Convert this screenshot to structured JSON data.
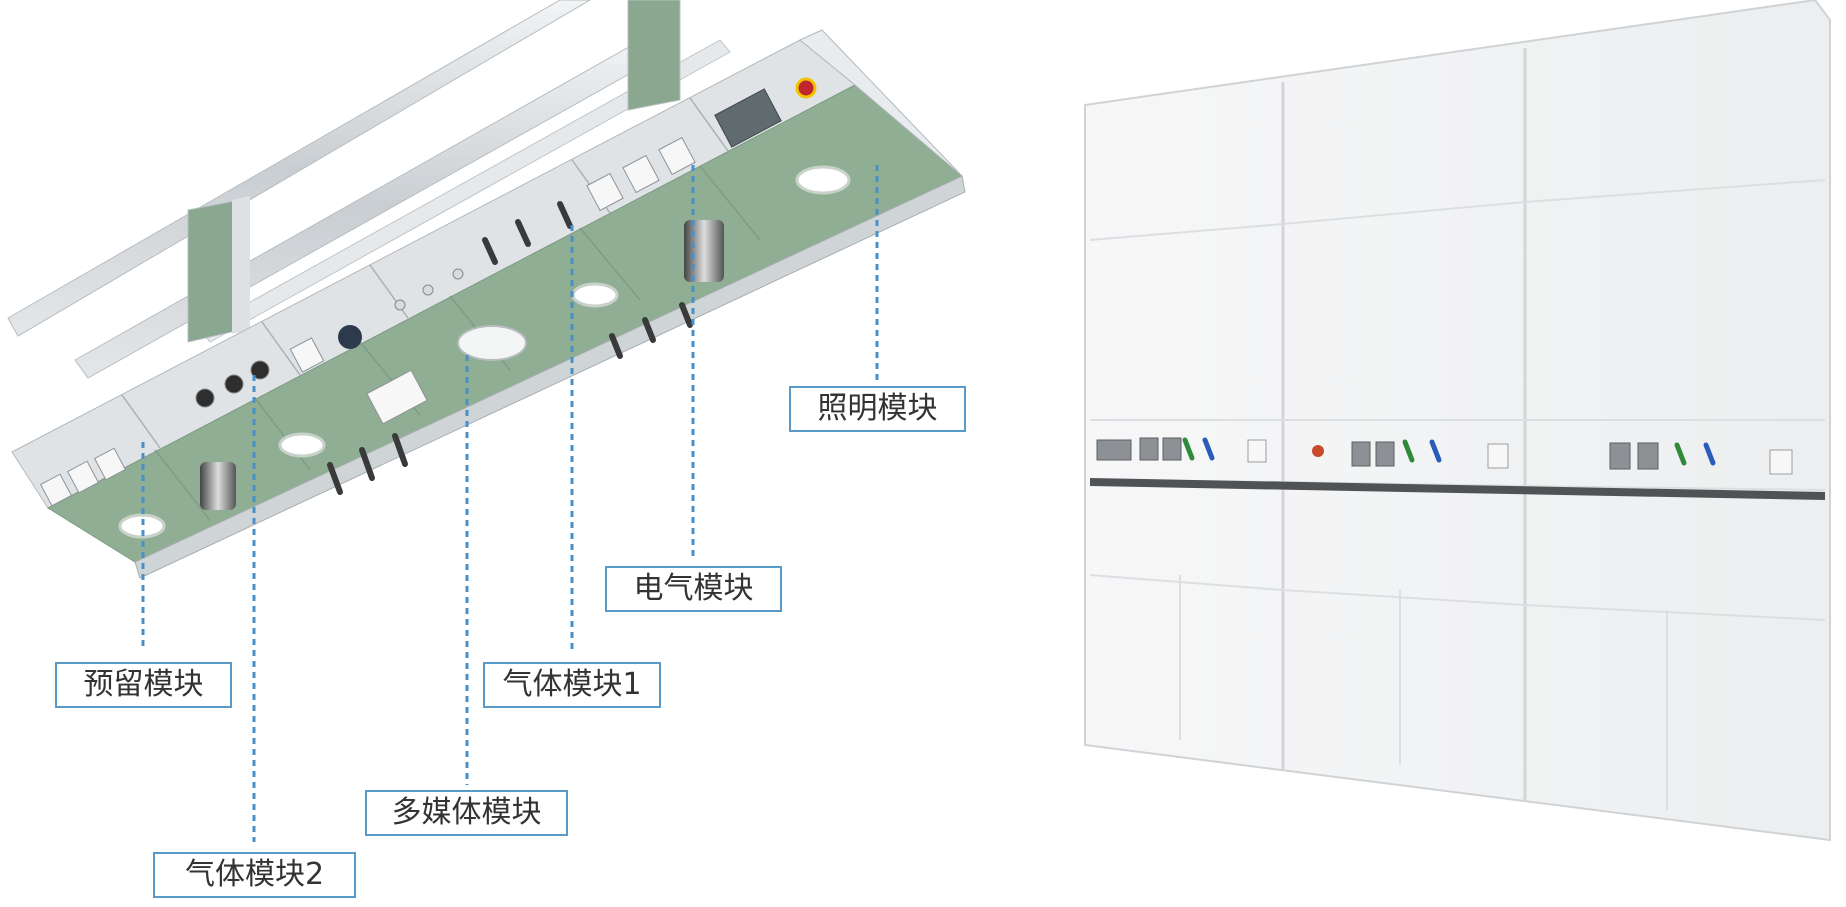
{
  "labels": {
    "lighting": "照明模块",
    "electrical": "电气模块",
    "reserved": "预留模块",
    "gas1": "气体模块1",
    "multimedia": "多媒体模块",
    "gas2": "气体模块2"
  },
  "colors": {
    "leader_line": "#4a90c8",
    "label_border": "#5a9ac9",
    "panel_green": "#8fae93",
    "frame_silver": "#d9dde0",
    "cabinet_white": "#f3f4f5"
  }
}
